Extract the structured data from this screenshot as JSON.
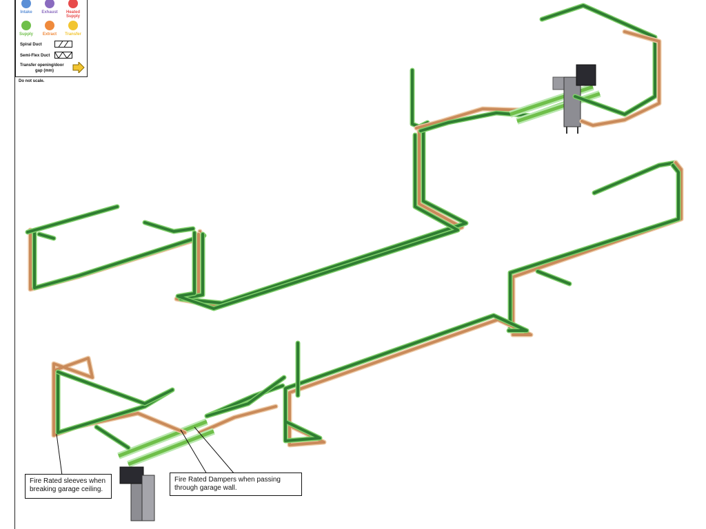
{
  "legend": {
    "items": [
      {
        "label": "Intake",
        "color": "#5b8fd6"
      },
      {
        "label": "Exhaust",
        "color": "#8a6bbf"
      },
      {
        "label": "Heated\nSupply",
        "color": "#e84b4b"
      },
      {
        "label": "Supply",
        "color": "#6fbf4a"
      },
      {
        "label": "Extract",
        "color": "#ef8a3c"
      },
      {
        "label": "Transfer",
        "color": "#f2c531"
      }
    ],
    "spiral_duct": "Spiral Duct",
    "semi_flex_duct": "Semi-Flex Duct",
    "transfer_line1": "Transfer opening/door",
    "transfer_line2": "gap  (mm)",
    "note": "Do not scale."
  },
  "callouts": {
    "sleeves": "Fire Rated sleeves when breaking garage ceiling.",
    "dampers": "Fire Rated Dampers when passing through garage wall."
  },
  "colors": {
    "supply_duct": "#2f7d32",
    "supply_edge": "#7fcf6a",
    "extract_duct": "#c98a5a",
    "extract_edge": "#ecc9a5",
    "unit_dark": "#2a2a30",
    "unit_grey": "#8d8d93"
  }
}
